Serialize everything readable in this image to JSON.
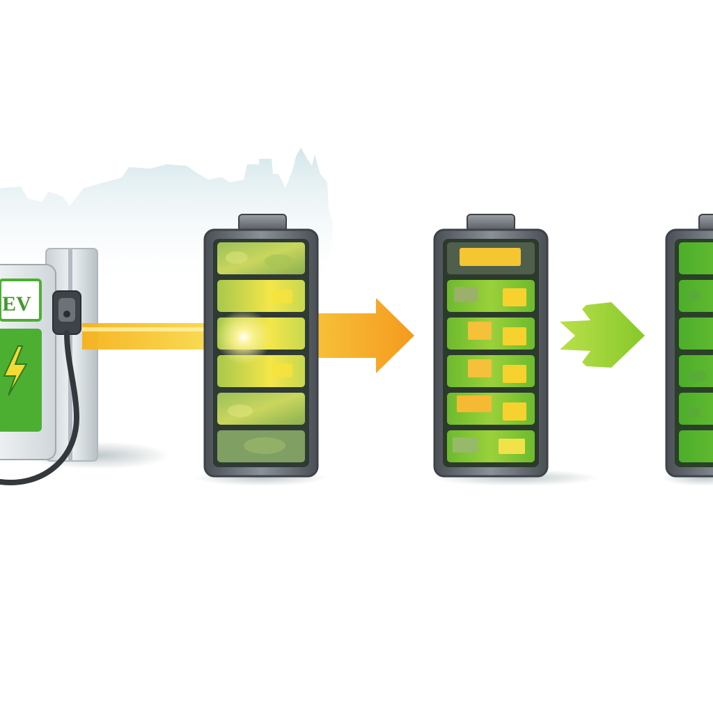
{
  "charger": {
    "label": "EV",
    "icon": "lightning-bolt-icon",
    "plug_icon": "ev-plug-icon"
  },
  "batteries": [
    {
      "name": "battery-1",
      "style": "mottled-yellow-green",
      "cells": 6
    },
    {
      "name": "battery-2",
      "style": "green-with-yellow-blocks",
      "cells": 6
    },
    {
      "name": "battery-3",
      "style": "full-green",
      "cells": 6
    }
  ],
  "arrows": [
    {
      "name": "charge-beam-arrow",
      "color": "#f5a623"
    },
    {
      "name": "transition-arrow",
      "color": "#a8d631"
    }
  ],
  "colors": {
    "accent_green": "#4caf32",
    "bright_green": "#7dc52a",
    "accent_orange": "#f5a623",
    "accent_yellow": "#f7d933",
    "battery_frame": "#5a5f66",
    "skyline": "#d6e7ea"
  }
}
